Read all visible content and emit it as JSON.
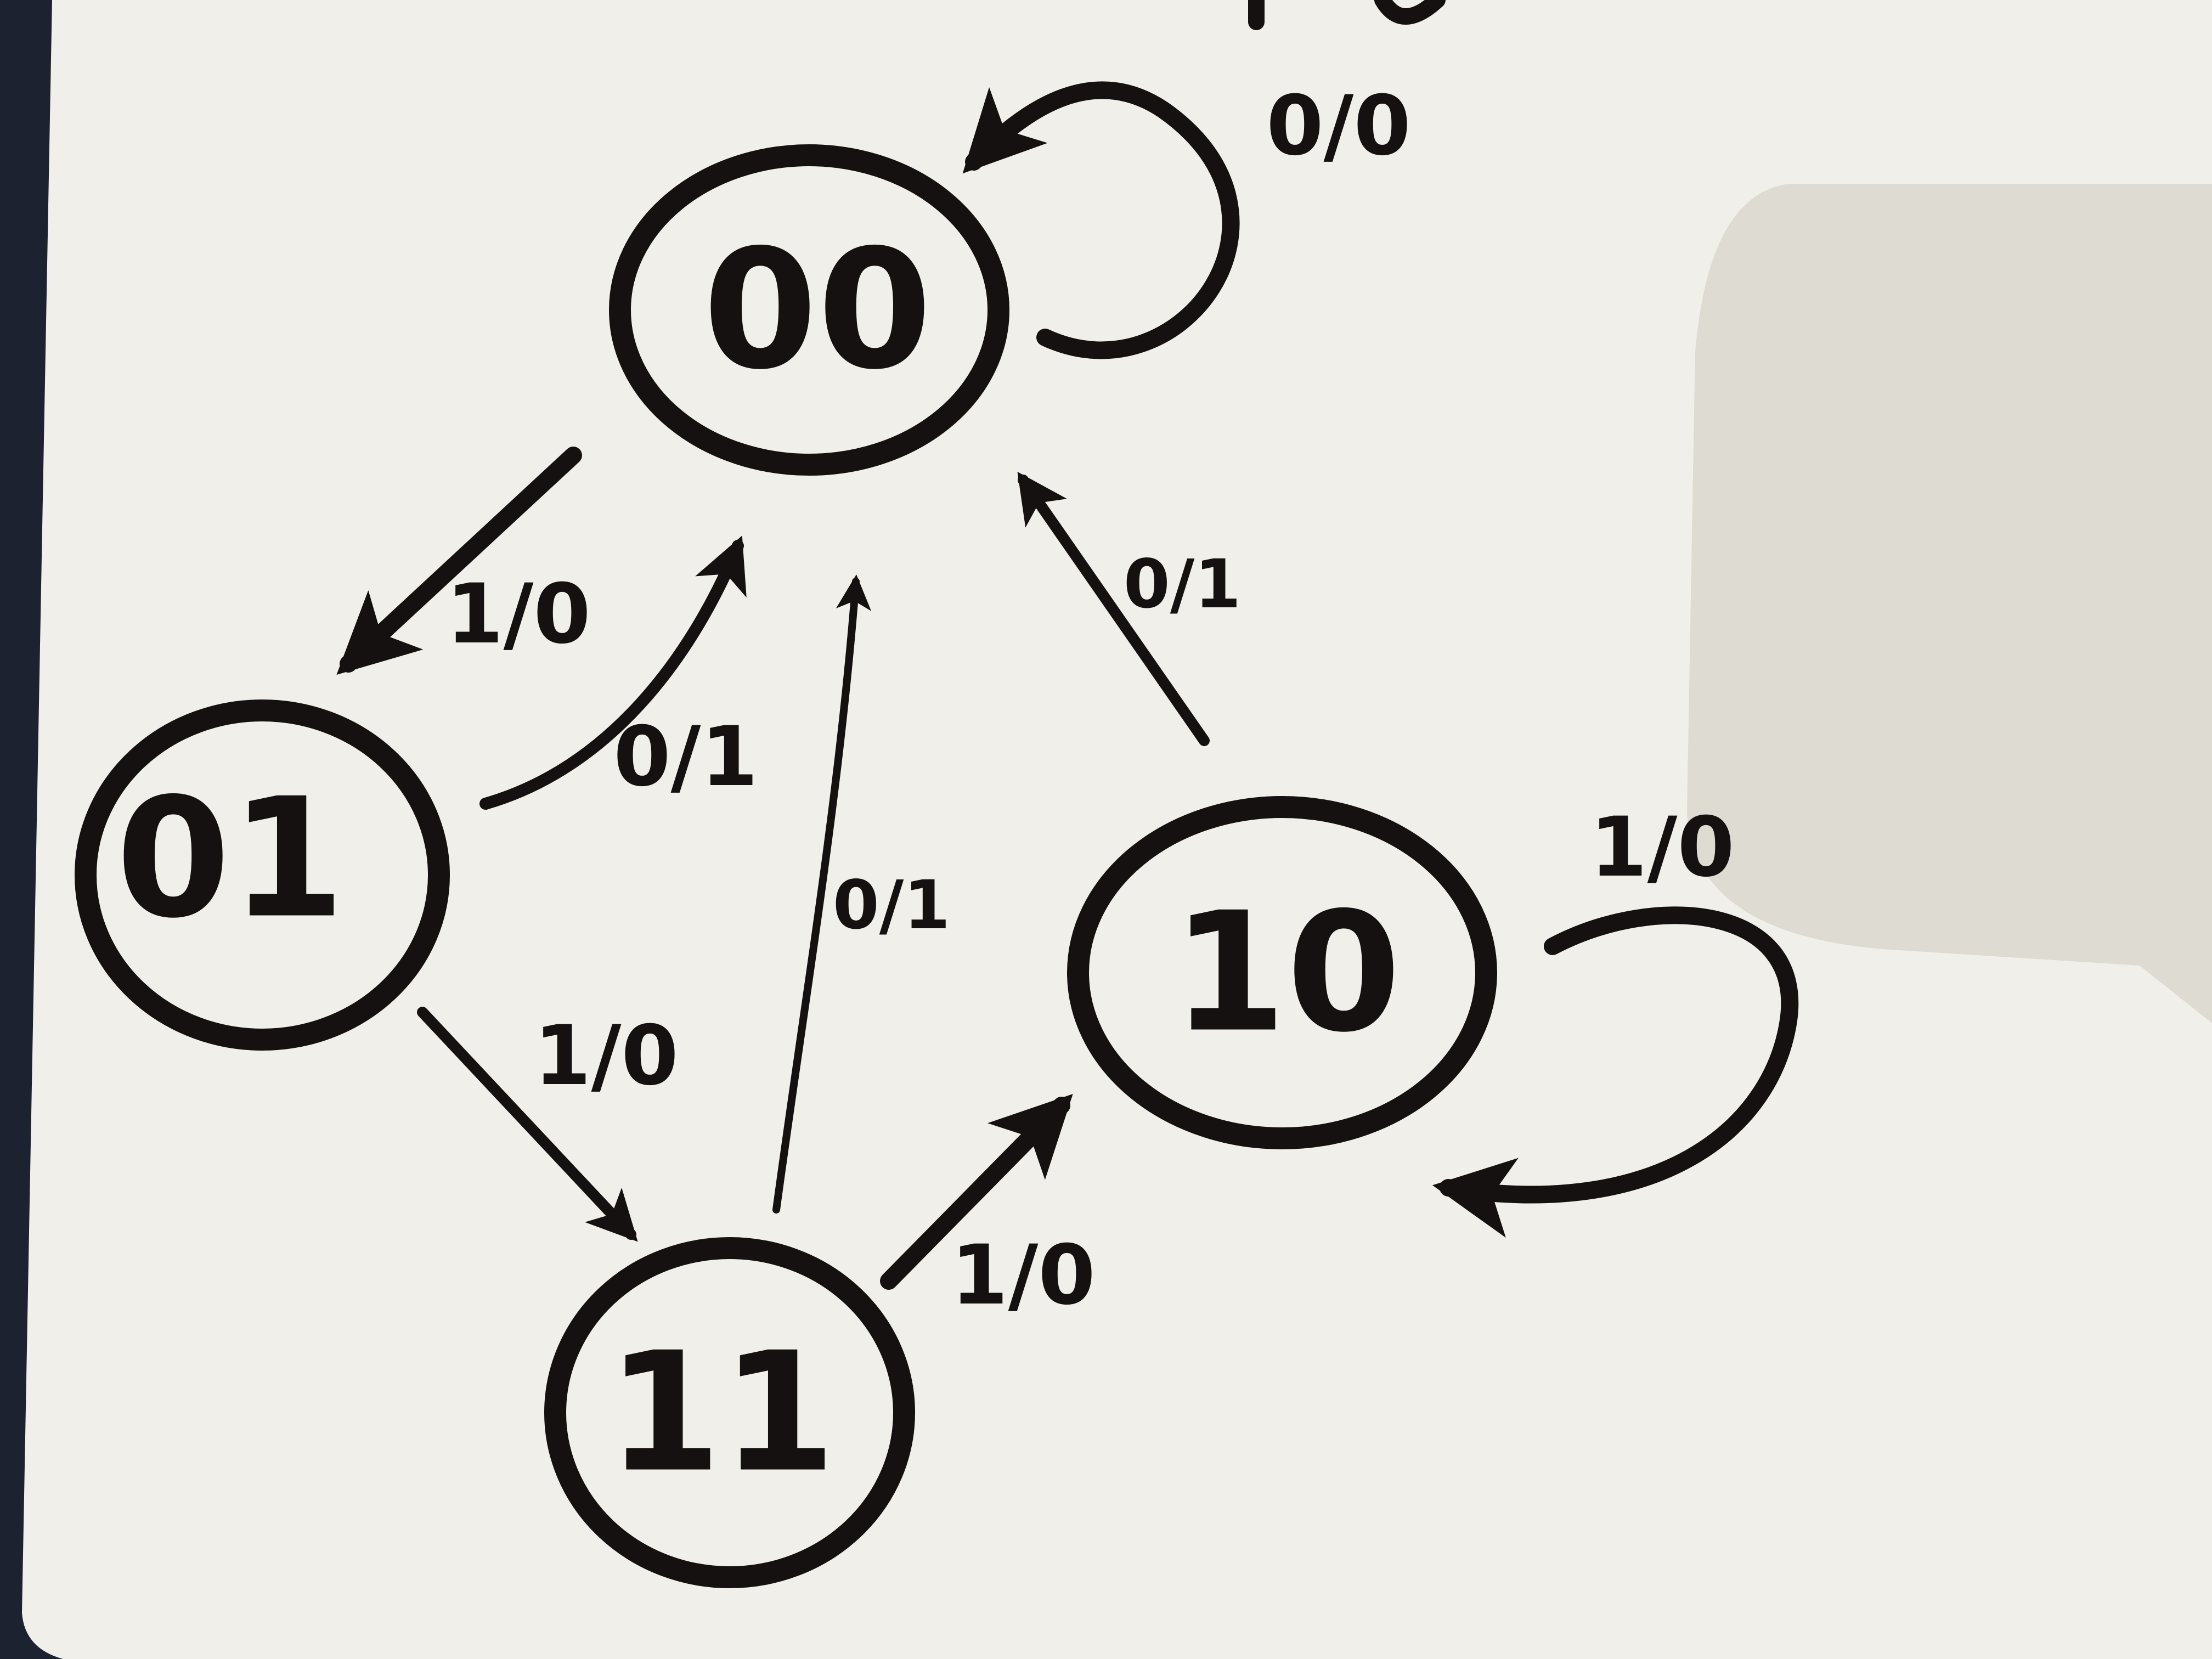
{
  "diagram": {
    "type": "state-diagram",
    "colors": {
      "board": "#f1efe9",
      "ink": "#141110",
      "background": "#1d2230",
      "shadow": "#d9d6cd"
    },
    "states": [
      {
        "id": "s00",
        "label": "00"
      },
      {
        "id": "s01",
        "label": "01"
      },
      {
        "id": "s11",
        "label": "11"
      },
      {
        "id": "s10",
        "label": "10"
      }
    ],
    "transitions": [
      {
        "id": "t00-00",
        "from": "00",
        "to": "00",
        "label": "0/0"
      },
      {
        "id": "t00-01",
        "from": "00",
        "to": "01",
        "label": "1/0"
      },
      {
        "id": "t01-00",
        "from": "01",
        "to": "00",
        "label": "0/1"
      },
      {
        "id": "t01-11",
        "from": "01",
        "to": "11",
        "label": "1/0"
      },
      {
        "id": "t11-00",
        "from": "11",
        "to": "00",
        "label": "0/1"
      },
      {
        "id": "t11-10",
        "from": "11",
        "to": "10",
        "label": "1/0"
      },
      {
        "id": "t10-00",
        "from": "10",
        "to": "00",
        "label": "0/1"
      },
      {
        "id": "t10-10",
        "from": "10",
        "to": "10",
        "label": "1/0"
      }
    ]
  }
}
